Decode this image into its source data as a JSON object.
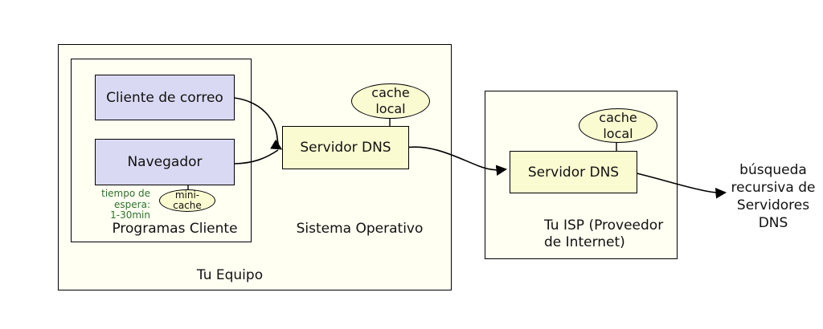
{
  "diagram": {
    "tu_equipo": {
      "label": "Tu Equipo",
      "programas_cliente": {
        "label": "Programas Cliente",
        "cliente_correo": "Cliente de correo",
        "navegador": "Navegador",
        "mini_cache": "mini-\ncache",
        "tiempo_espera": "tiempo de\nespera:\n1-30min"
      },
      "sistema_operativo": {
        "label": "Sistema Operativo",
        "servidor_dns": "Servidor DNS",
        "cache_local": "cache\nlocal"
      }
    },
    "isp": {
      "label": "Tu ISP (Proveedor\nde Internet)",
      "servidor_dns": "Servidor DNS",
      "cache_local": "cache\nlocal"
    },
    "busqueda_recursiva": "búsqueda\nrecursiva de\nServidores\nDNS"
  },
  "colors": {
    "page-bg": "#ffffff",
    "panel-bg": "#fffff2",
    "module-bg": "#d9d9f3",
    "cache-bg": "#fbfbd2",
    "border": "#000000",
    "text": "#111111",
    "annotation-green": "#2d712d"
  }
}
